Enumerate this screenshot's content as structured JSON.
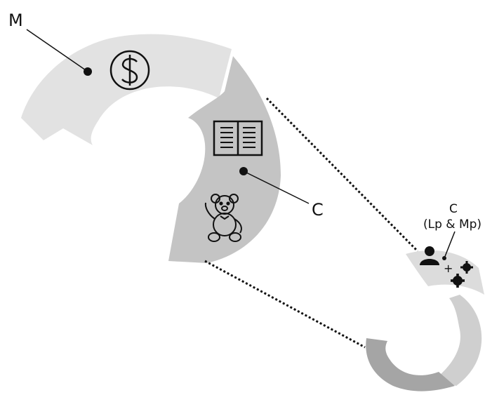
{
  "labels": {
    "m": "M",
    "c_main": "C",
    "c_small": "C",
    "c_small_sub": "(Lp & Mp)",
    "plus": "+"
  },
  "icons": [
    "dollar-icon",
    "book-icon",
    "teddy-bear-icon",
    "person-icon",
    "gears-icon"
  ],
  "colors": {
    "segment_light": "#e2e2e2",
    "segment_mid": "#c4c4c4",
    "segment_dark": "#a5a5a5",
    "segment_pale": "#dcdcdc",
    "ink": "#111111"
  }
}
